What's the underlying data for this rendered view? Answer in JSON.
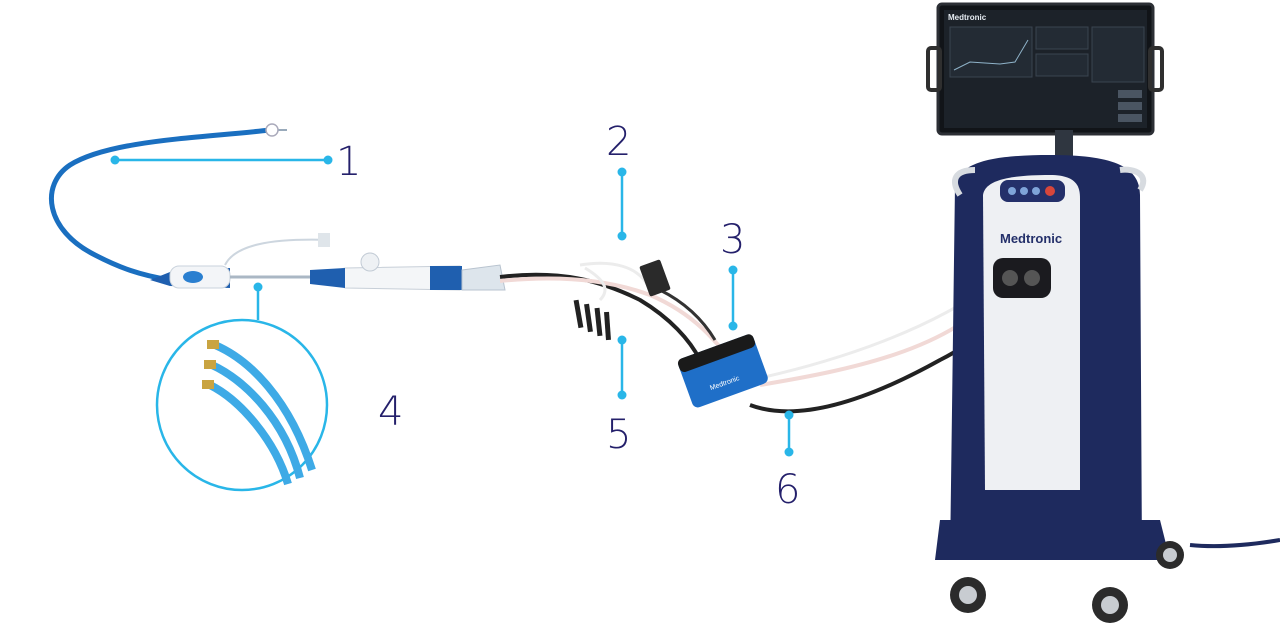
{
  "callouts": {
    "c1": "1",
    "c2": "2",
    "c3": "3",
    "c4": "4",
    "c5": "5",
    "c6": "6"
  },
  "console": {
    "brand": "Medtronic",
    "screen_brand": "Medtronic"
  },
  "interface_box": {
    "brand": "Medtronic"
  },
  "colors": {
    "accent": "#29b6e8",
    "callout_text": "#24206b",
    "console_navy": "#1e2a5e",
    "catheter_blue": "#1a6fc0"
  }
}
